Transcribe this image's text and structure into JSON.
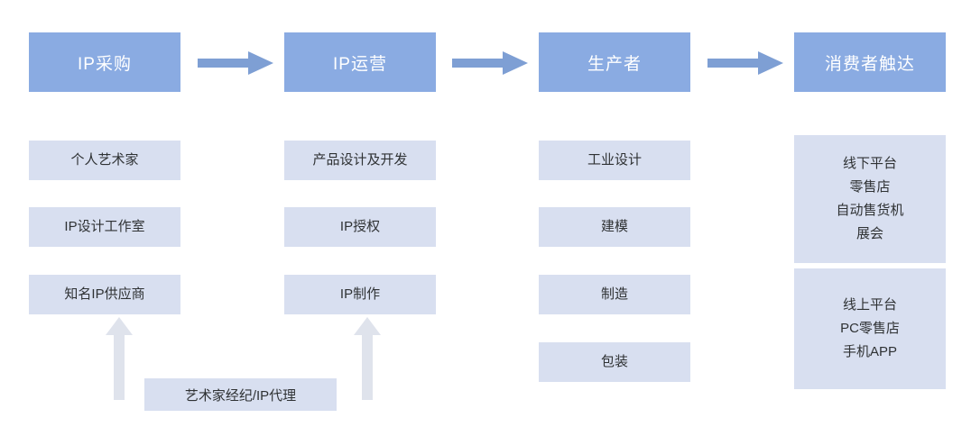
{
  "diagram": {
    "title": "IP Industry Value Chain Flow",
    "colors": {
      "stage_fill": "#8aabe2",
      "item_fill": "#d8dff0",
      "arrow_fill": "#7e9fd4",
      "up_arrow_fill": "#dfe3ec",
      "stage_text": "#ffffff",
      "item_text": "#2f3234",
      "background": "#ffffff"
    },
    "columns": [
      {
        "stage": "IP采购",
        "items": [
          {
            "lines": [
              "个人艺术家"
            ]
          },
          {
            "lines": [
              "IP设计工作室"
            ]
          },
          {
            "lines": [
              "知名IP供应商"
            ]
          }
        ]
      },
      {
        "stage": "IP运营",
        "items": [
          {
            "lines": [
              "产品设计及开发"
            ]
          },
          {
            "lines": [
              "IP授权"
            ]
          },
          {
            "lines": [
              "IP制作"
            ]
          }
        ]
      },
      {
        "stage": "生产者",
        "items": [
          {
            "lines": [
              "工业设计"
            ]
          },
          {
            "lines": [
              "建模"
            ]
          },
          {
            "lines": [
              "制造"
            ]
          },
          {
            "lines": [
              "包装"
            ]
          }
        ]
      },
      {
        "stage": "消费者触达",
        "items": [
          {
            "lines": [
              "线下平台",
              "零售店",
              "自动售货机",
              "展会"
            ]
          },
          {
            "lines": [
              "线上平台",
              "PC零售店",
              "手机APP"
            ]
          }
        ]
      }
    ],
    "connectors": [
      {
        "name": "arrow-stage-1-to-2",
        "from": "IP采购",
        "to": "IP运营"
      },
      {
        "name": "arrow-stage-2-to-3",
        "from": "IP运营",
        "to": "生产者"
      },
      {
        "name": "arrow-stage-3-to-4",
        "from": "生产者",
        "to": "消费者触达"
      }
    ],
    "feedback": {
      "label": "艺术家经纪/IP代理",
      "up_arrows": [
        {
          "name": "feedback-arrow-left",
          "target": "知名IP供应商"
        },
        {
          "name": "feedback-arrow-right",
          "target": "IP制作"
        }
      ]
    }
  }
}
